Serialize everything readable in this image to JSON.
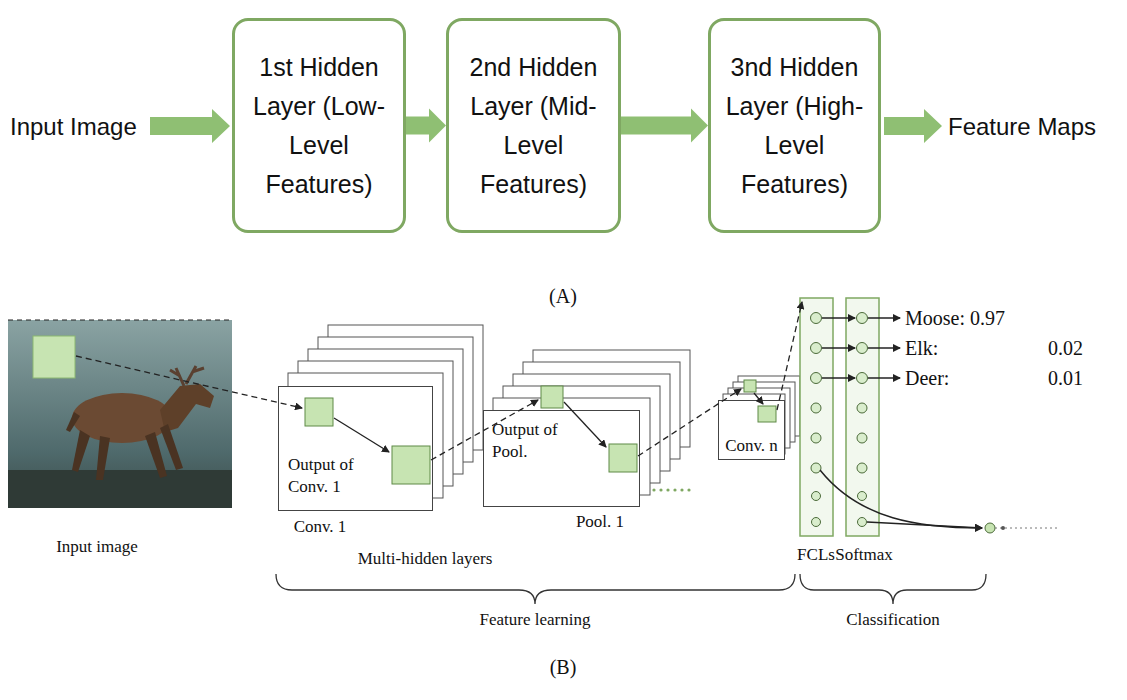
{
  "diagram": {
    "nodes": [
      {
        "text": [
          "1st Hidden Layer (Low-Level Features)"
        ]
      },
      {
        "text": [
          "2nd Hidden Layer (Mid-Level Features)"
        ]
      },
      {
        "text": [
          "3nd Hidden Layer (High-Level Features)"
        ]
      },
      {
        "text": [
          "Output of Conv. 1"
        ]
      },
      {
        "text": [
          "Output of Pool."
        ]
      },
      {
        "text": [
          "Conv. n"
        ]
      }
    ],
    "edges": [
      {
        "from": 0,
        "to": 1,
        "arrow": "to"
      },
      {
        "from": 1,
        "to": 2,
        "arrow": "to"
      }
    ],
    "labels": [
      "Input Image",
      "Feature Maps",
      "(A)",
      "Input image",
      "Conv. 1",
      "Pool. 1",
      "Multi-hidden layers",
      "FCLs",
      "Softmax",
      "Feature learning",
      "Classification",
      "Moose: 0.97",
      "Elk:",
      "0.02",
      "Deer:",
      "0.01",
      "(B)"
    ]
  }
}
